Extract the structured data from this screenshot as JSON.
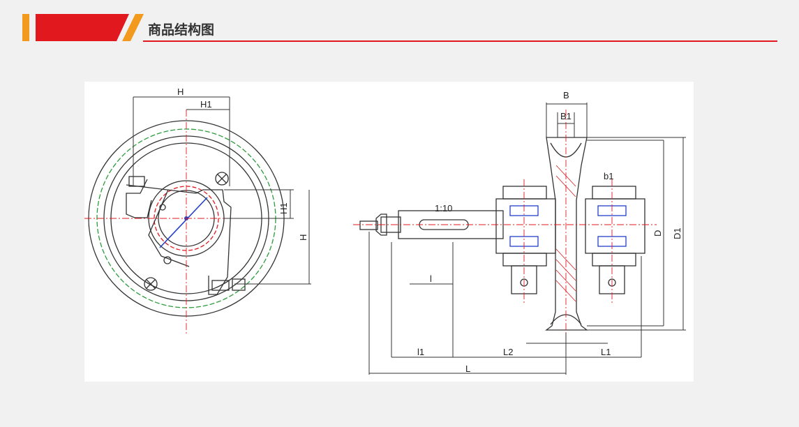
{
  "header": {
    "title": "商品结构图",
    "accent_color": "#e1191e",
    "secondary_color": "#f39a1e"
  },
  "drawing": {
    "front_view_labels": {
      "H": "H",
      "H1_top": "H1",
      "H1_side": "H1",
      "H_side": "H"
    },
    "side_view_labels": {
      "B": "B",
      "B1": "B1",
      "b1": "b1",
      "D": "D",
      "D1": "D1",
      "l1": "l1",
      "L2": "L2",
      "L1": "L1",
      "L": "L",
      "l": "l",
      "shaft_mark": "1:10"
    }
  }
}
